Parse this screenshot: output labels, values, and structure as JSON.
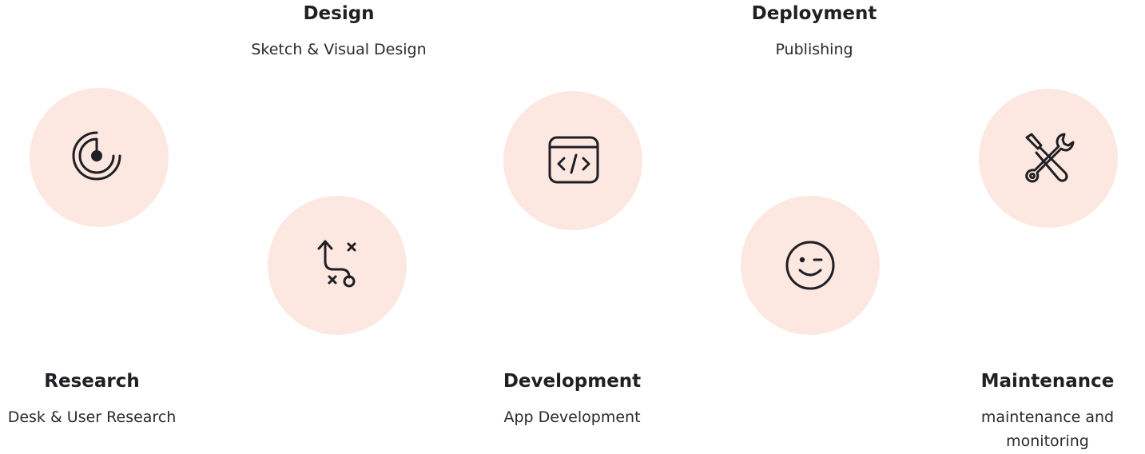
{
  "accent_color": "#fde7e1",
  "steps": [
    {
      "title": "Research",
      "subtitle": "Desk & User Research",
      "icon": "radar-target-icon"
    },
    {
      "title": "Design",
      "subtitle": "Sketch & Visual Design",
      "icon": "route-path-icon"
    },
    {
      "title": "Development",
      "subtitle": "App Development",
      "icon": "code-window-icon"
    },
    {
      "title": "Deployment",
      "subtitle": "Publishing",
      "icon": "wink-smiley-icon"
    },
    {
      "title": "Maintenance",
      "subtitle": "maintenance and monitoring",
      "icon": "tools-icon"
    }
  ]
}
